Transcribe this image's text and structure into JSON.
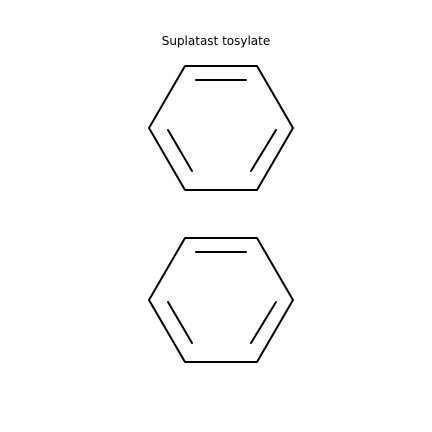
{
  "title": "Suplatast tosylate",
  "rings": [
    {
      "name": "benzene-ring-1"
    },
    {
      "name": "benzene-ring-2"
    }
  ],
  "colors": {
    "bond": "#000000",
    "background": "#ffffff"
  }
}
